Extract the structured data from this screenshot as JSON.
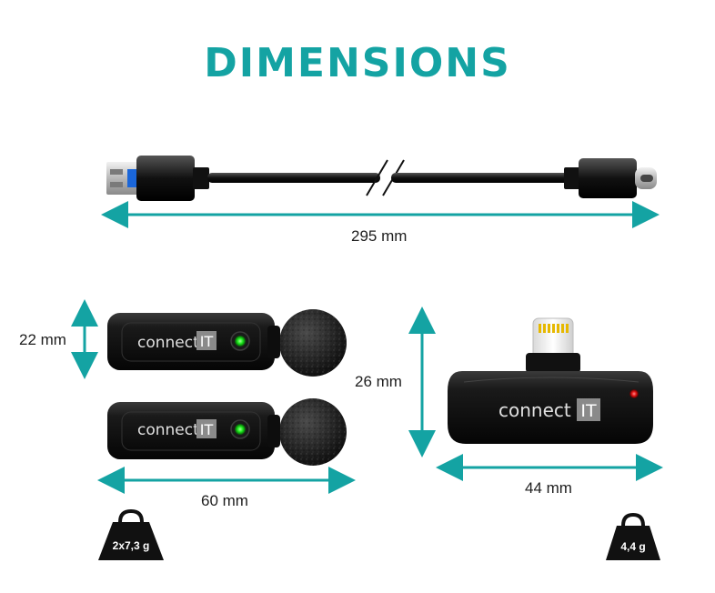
{
  "title": "DIMENSIONS",
  "dimensions": {
    "cable_length": "295 mm",
    "mic_height": "22 mm",
    "mic_length": "60 mm",
    "receiver_height": "26 mm",
    "receiver_width": "44 mm"
  },
  "weights": {
    "microphones": "2x7,3 g",
    "receiver": "4,4 g"
  },
  "brand": {
    "word": "connect",
    "mark": "IT"
  },
  "colors": {
    "accent": "#14a3a3",
    "led_mic": "#19e619",
    "led_receiver": "#e01010",
    "device_body": "#111111"
  }
}
